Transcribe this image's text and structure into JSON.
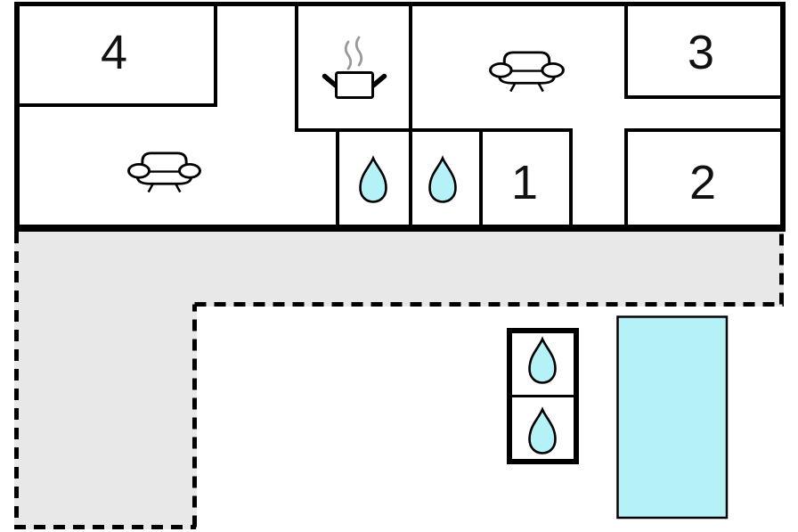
{
  "floorplan": {
    "rooms": [
      {
        "name": "room-4",
        "label": "4"
      },
      {
        "name": "room-3",
        "label": "3"
      },
      {
        "name": "room-1",
        "label": "1"
      },
      {
        "name": "room-2",
        "label": "2"
      }
    ],
    "icons": [
      {
        "name": "sofa-icon",
        "count": 2
      },
      {
        "name": "cooking-pot-icon",
        "count": 1
      },
      {
        "name": "water-drop-icon",
        "count": 4
      }
    ],
    "colors": {
      "wall": "#000000",
      "water": "#b5f2f7",
      "terrace": "#e8e8e8",
      "steam": "#999999",
      "paper": "#ffffff"
    }
  }
}
